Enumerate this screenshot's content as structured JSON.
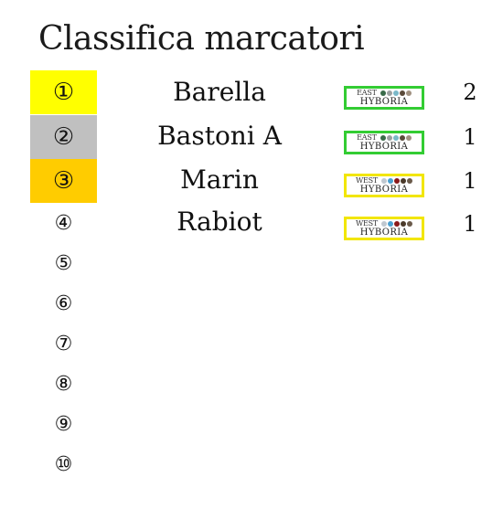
{
  "title": "Classifica marcatori",
  "colors": {
    "gold": "#ffff00",
    "silver": "#c0c0c0",
    "bronze": "#ffcc00",
    "east_border": "#33cc33",
    "west_border": "#f2e600"
  },
  "ranks": [
    "①",
    "②",
    "③",
    "④",
    "⑤",
    "⑥",
    "⑦",
    "⑧",
    "⑨",
    "⑩"
  ],
  "scorers": [
    {
      "player": "Barella",
      "team_top": "EAST",
      "team_bottom": "HYBORIA",
      "goals": "2",
      "team_color": "#33cc33"
    },
    {
      "player": "Bastoni A",
      "team_top": "EAST",
      "team_bottom": "HYBORIA",
      "goals": "1",
      "team_color": "#33cc33"
    },
    {
      "player": "Marin",
      "team_top": "WEST",
      "team_bottom": "HYBORIA",
      "goals": "1",
      "team_color": "#f2e600"
    },
    {
      "player": "Rabiot",
      "team_top": "WEST",
      "team_bottom": "HYBORIA",
      "goals": "1",
      "team_color": "#f2e600"
    }
  ]
}
